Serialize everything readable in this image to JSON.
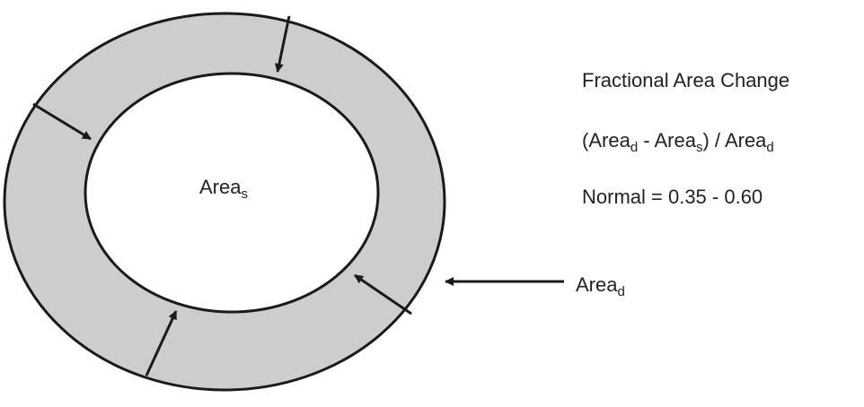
{
  "diagram": {
    "inner_label": {
      "base": "Area",
      "sub": "s"
    },
    "outer_label": {
      "base": "Area",
      "sub": "d"
    },
    "title": "Fractional Area Change",
    "formula": {
      "open": "(",
      "t1": "Area",
      "s1": "d",
      "minus": " - ",
      "t2": "Area",
      "s2": "s",
      "close_div": ") / ",
      "t3": "Area",
      "s3": "d"
    },
    "normal_range": "Normal = 0.35 - 0.60"
  },
  "colors": {
    "wall_fill": "#cdcdcd",
    "cavity_fill": "#ffffff",
    "stroke": "#1a1a1a"
  }
}
